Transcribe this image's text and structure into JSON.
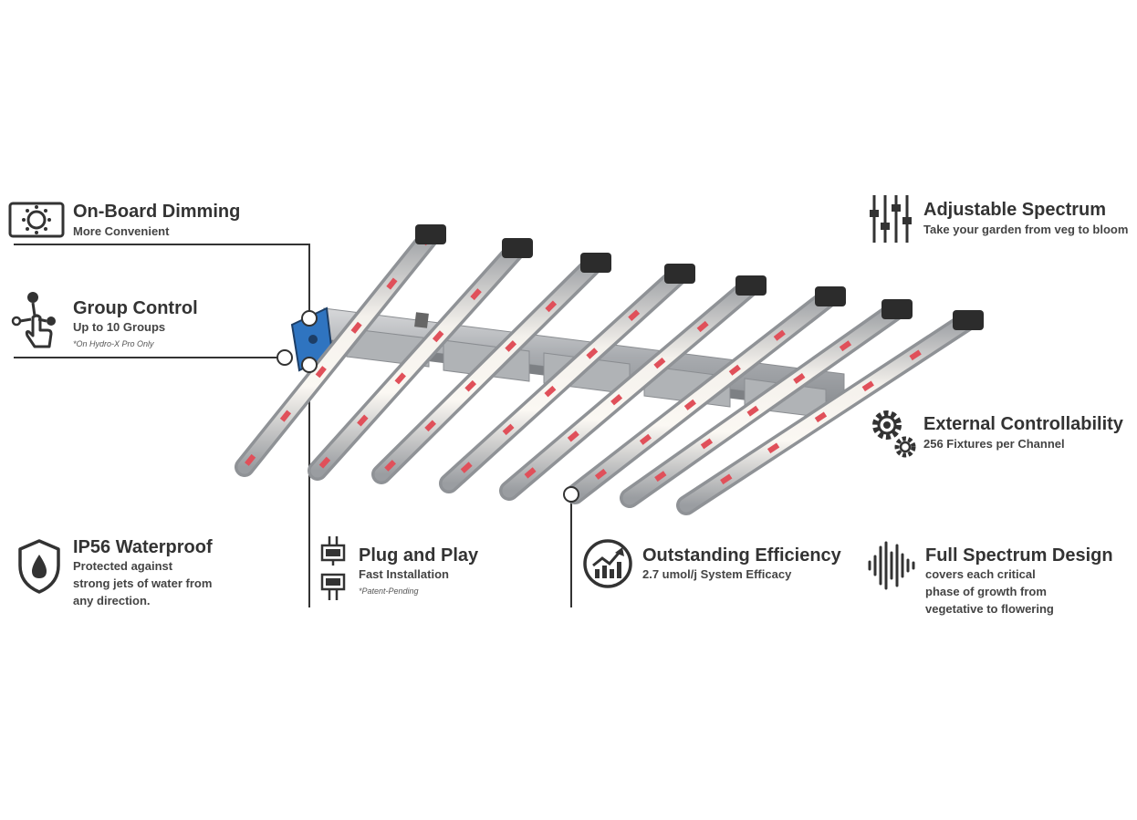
{
  "features": {
    "dimming": {
      "title": "On-Board Dimming",
      "subtitle": "More Convenient",
      "icon": "dimming-knob-icon"
    },
    "group": {
      "title": "Group Control",
      "subtitle": "Up to 10 Groups",
      "note": "*On Hydro-X Pro Only",
      "icon": "touch-network-icon"
    },
    "spectrum": {
      "title": "Adjustable Spectrum",
      "subtitle": "Take your garden from veg to bloom",
      "icon": "sliders-icon"
    },
    "external": {
      "title": "External Controllability",
      "subtitle": "256 Fixtures per Channel",
      "icon": "gears-icon"
    },
    "waterproof": {
      "title": "IP56 Waterproof",
      "lines": [
        "Protected against",
        "strong jets of water from",
        "any direction."
      ],
      "icon": "shield-drop-icon"
    },
    "plug": {
      "title": "Plug and Play",
      "subtitle": "Fast Installation",
      "note": "*Patent-Pending",
      "icon": "plug-connector-icon"
    },
    "efficiency": {
      "title": "Outstanding Efficiency",
      "subtitle": "2.7 umol/j System Efficacy",
      "icon": "growth-chart-icon"
    },
    "fullspectrum": {
      "title": "Full Spectrum Design",
      "lines": [
        "covers each critical",
        "phase of growth from",
        "vegetative to flowering"
      ],
      "icon": "sound-wave-icon"
    }
  },
  "colors": {
    "text": "#333333",
    "led_red": "#e0505a",
    "controller_blue": "#2f74c0",
    "bar_metal": "#b9bcbf"
  }
}
